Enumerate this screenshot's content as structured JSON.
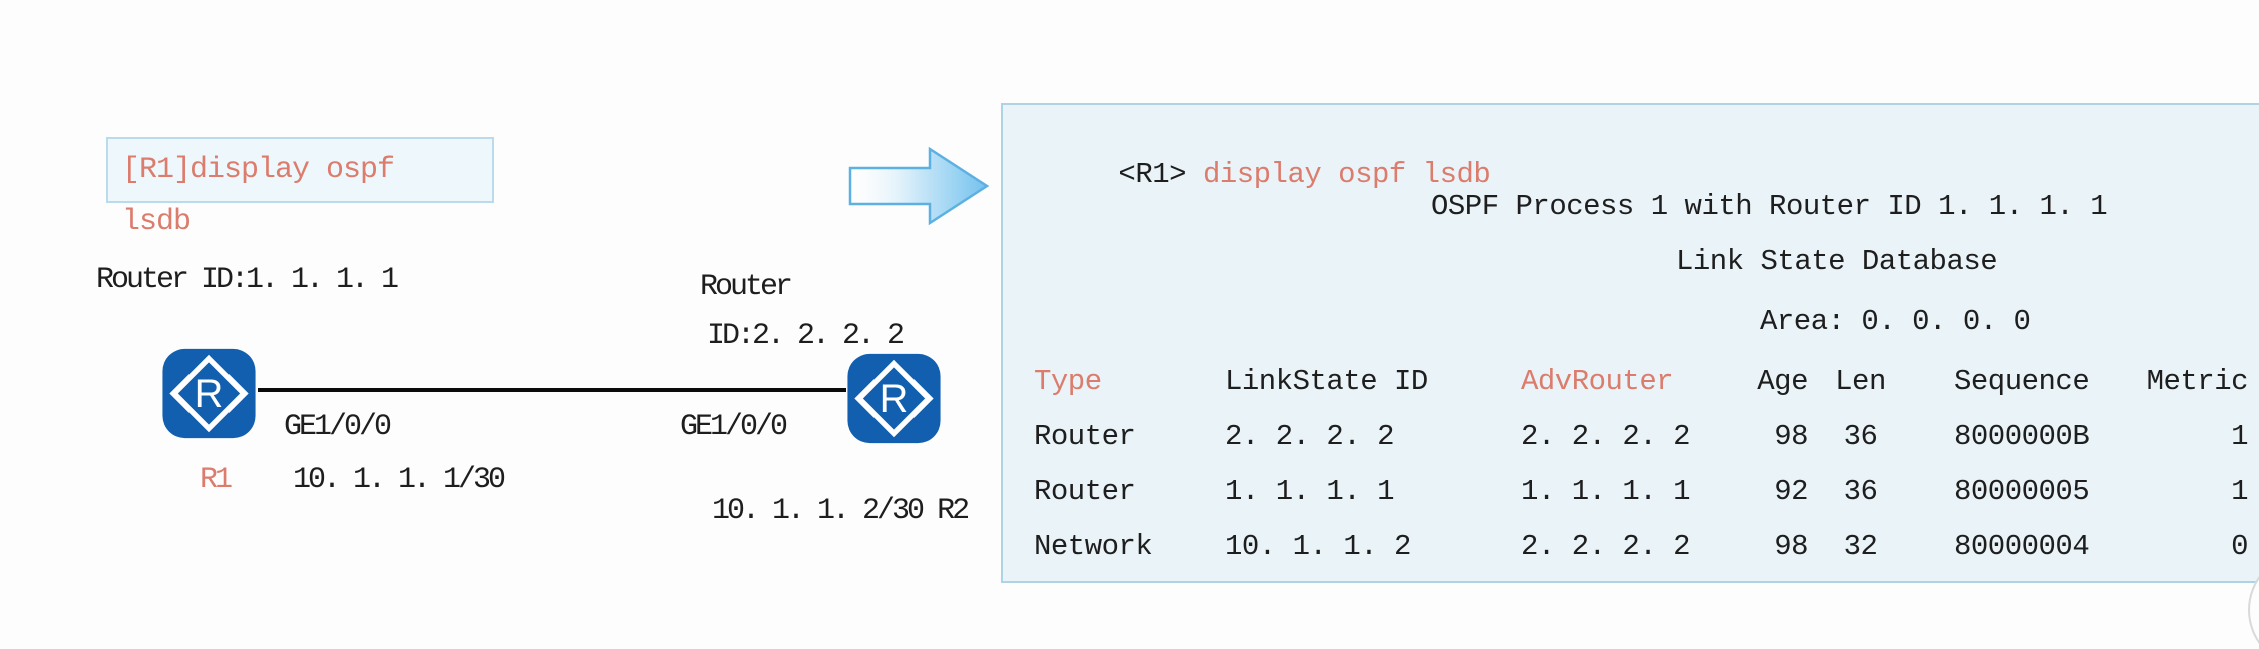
{
  "colors": {
    "command_text_salmon": "#db7c6c",
    "router_blue": "#115fae",
    "panel_background": "#e9f3f8",
    "panel_border": "#aed3e2",
    "command_box_border": "#b9dbec",
    "arrow_blue": "#7cc7ef",
    "link_line_black": "#0b0b0b",
    "body_text": "#1e1e1e"
  },
  "topology": {
    "command_box": {
      "line1": "[R1]display ospf",
      "line2_wrapped": "lsdb"
    },
    "router1": {
      "router_id_label": "Router ID:1. 1. 1. 1",
      "name": "R1",
      "interface_label": "GE1/0/0",
      "ip_label": "10. 1. 1. 1/30",
      "icon_letter": "R"
    },
    "router2": {
      "router_id_line1": "Router",
      "router_id_line2": "ID:2. 2. 2. 2",
      "name": "R2",
      "interface_label": "GE1/0/0",
      "ip_label": "10. 1. 1. 2/30",
      "icon_letter": "R"
    }
  },
  "terminal": {
    "prompt": "<R1>",
    "command": " display ospf lsdb",
    "output": {
      "process_line": "OSPF Process 1 with Router ID 1. 1. 1. 1",
      "database_line": "Link State Database",
      "area_line": "Area: 0. 0. 0. 0"
    },
    "lsdb_table": {
      "headers": {
        "type": "Type",
        "linkstate_id": "LinkState ID",
        "adv_router": "AdvRouter",
        "age": "Age",
        "len": "Len",
        "sequence": "Sequence",
        "metric": "Metric"
      },
      "rows": [
        {
          "type": "Router",
          "linkstate_id": "2. 2. 2. 2",
          "adv_router": "2. 2. 2. 2",
          "age": "98",
          "len": "36",
          "sequence": "8000000B",
          "metric": "1"
        },
        {
          "type": "Router",
          "linkstate_id": "1. 1. 1. 1",
          "adv_router": "1. 1. 1. 1",
          "age": "92",
          "len": "36",
          "sequence": "80000005",
          "metric": "1"
        },
        {
          "type": "Network",
          "linkstate_id": "10. 1. 1. 2",
          "adv_router": "2. 2. 2. 2",
          "age": "98",
          "len": "32",
          "sequence": "80000004",
          "metric": "0"
        }
      ]
    }
  }
}
